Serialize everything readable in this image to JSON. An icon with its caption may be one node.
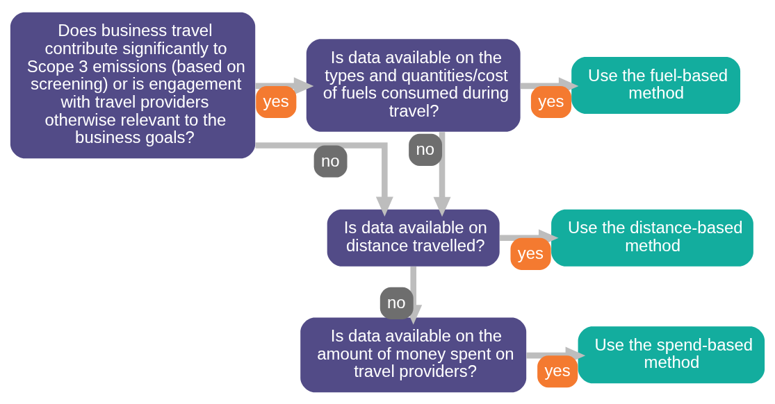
{
  "diagram": {
    "nodes": [
      {
        "text": [
          "Does business travel contribute significantly to Scope 3 emissions (based on screening) or is engagement with travel providers otherwise relevant to the business goals?"
        ]
      },
      {
        "text": [
          "Is data available on the types and quantities/cost of fuels consumed during travel?"
        ]
      },
      {
        "text": [
          "Use the fuel-based method"
        ]
      },
      {
        "text": [
          "Is data available on distance travelled?"
        ]
      },
      {
        "text": [
          "Use the distance-based method"
        ]
      },
      {
        "text": [
          "Is data available on the amount of money spent on travel providers?"
        ]
      },
      {
        "text": [
          "Use the spend-based method"
        ]
      }
    ],
    "edges": [
      {
        "from": 0,
        "to": 1,
        "arrow": "to",
        "label": "yes"
      },
      {
        "from": 1,
        "to": 2,
        "arrow": "to",
        "label": "yes"
      },
      {
        "from": 0,
        "to": 3,
        "arrow": "to",
        "label": "no"
      },
      {
        "from": 1,
        "to": 3,
        "arrow": "to",
        "label": "no"
      },
      {
        "from": 3,
        "to": 4,
        "arrow": "to",
        "label": "yes"
      },
      {
        "from": 3,
        "to": 5,
        "arrow": "to",
        "label": "no"
      },
      {
        "from": 5,
        "to": 6,
        "arrow": "to",
        "label": "yes"
      }
    ]
  }
}
